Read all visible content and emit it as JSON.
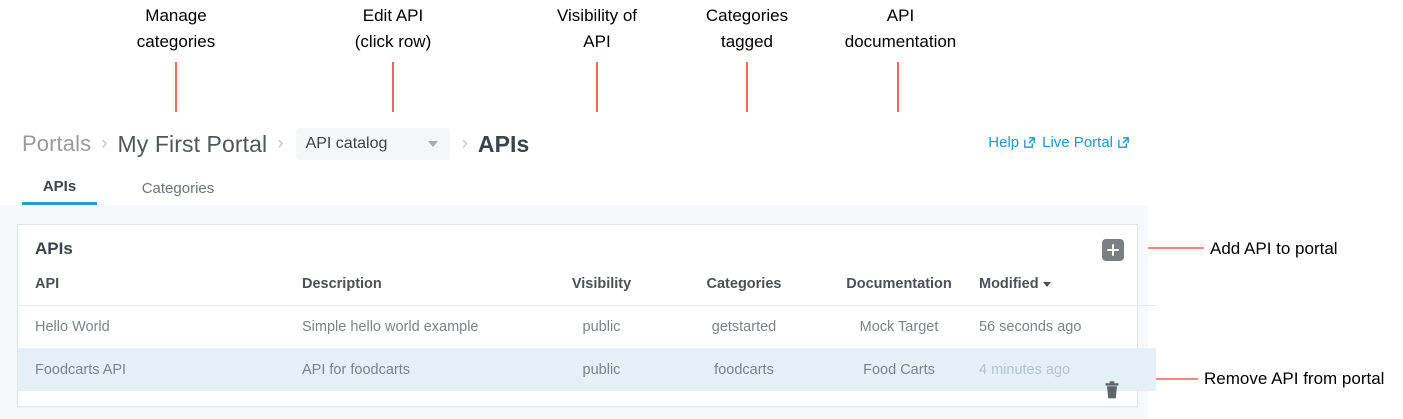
{
  "annotations": {
    "callouts": [
      {
        "id": "manage-categories",
        "text": "Manage\ncategories"
      },
      {
        "id": "edit-api",
        "text": "Edit API\n(click row)"
      },
      {
        "id": "visibility-of-api",
        "text": "Visibility of\nAPI"
      },
      {
        "id": "categories-tagged",
        "text": "Categories\ntagged"
      },
      {
        "id": "api-documentation",
        "text": "API\ndocumentation"
      },
      {
        "id": "add-api",
        "text": "Add API to portal"
      },
      {
        "id": "remove-api",
        "text": "Remove API from portal"
      }
    ],
    "line_color": "#f4695c",
    "box_color": "#f4695c"
  },
  "breadcrumb": {
    "portals": "Portals",
    "portal_name": "My First Portal",
    "catalog_select": "API catalog",
    "current": "APIs",
    "separator": "›"
  },
  "top_links": {
    "help": "Help",
    "live_portal": "Live Portal",
    "external_icon": "external-link-icon",
    "color": "#2196d3"
  },
  "tabs": [
    {
      "label": "APIs",
      "active": true
    },
    {
      "label": "Categories",
      "active": false
    }
  ],
  "card": {
    "title": "APIs",
    "add_button_icon": "plus-icon",
    "delete_button_icon": "trash-icon"
  },
  "table": {
    "columns": [
      {
        "key": "api",
        "label": "API"
      },
      {
        "key": "description",
        "label": "Description"
      },
      {
        "key": "visibility",
        "label": "Visibility"
      },
      {
        "key": "categories",
        "label": "Categories"
      },
      {
        "key": "documentation",
        "label": "Documentation"
      },
      {
        "key": "modified",
        "label": "Modified",
        "sorted": true,
        "sort_dir": "desc"
      }
    ],
    "rows": [
      {
        "api": "Hello World",
        "description": "Simple hello world example",
        "visibility": "public",
        "categories": "getstarted",
        "documentation": "Mock Target",
        "modified": "56 seconds ago",
        "selected": false
      },
      {
        "api": "Foodcarts API",
        "description": "API for foodcarts",
        "visibility": "public",
        "categories": "foodcarts",
        "documentation": "Food Carts",
        "modified": "4 minutes ago",
        "selected": true
      }
    ]
  }
}
